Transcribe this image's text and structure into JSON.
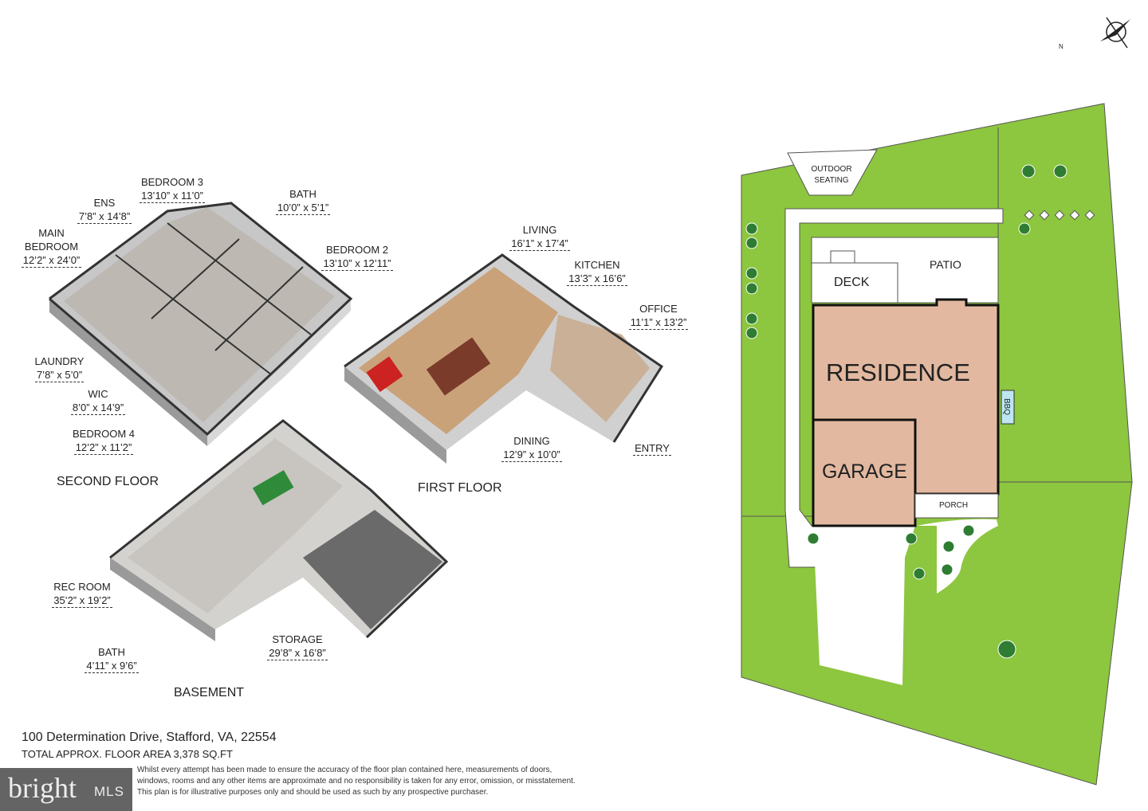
{
  "compass": {
    "label": "N"
  },
  "second_floor": {
    "title": "SECOND FLOOR",
    "rooms": [
      {
        "name": "BEDROOM 3",
        "dim": "13’10” x 11’0”"
      },
      {
        "name": "BATH",
        "dim": "10’0” x 5’1”"
      },
      {
        "name": "ENS",
        "dim": "7’8” x 14’8”"
      },
      {
        "name": "MAIN BEDROOM",
        "dim": "12’2” x 24’0”"
      },
      {
        "name": "BEDROOM 2",
        "dim": "13’10” x 12’11”"
      },
      {
        "name": "LAUNDRY",
        "dim": "7’8” x 5’0”"
      },
      {
        "name": "WIC",
        "dim": "8’0” x 14’9”"
      },
      {
        "name": "BEDROOM 4",
        "dim": "12’2” x 11’2”"
      }
    ]
  },
  "first_floor": {
    "title": "FIRST FLOOR",
    "rooms": [
      {
        "name": "LIVING",
        "dim": "16’1” x 17’4”"
      },
      {
        "name": "KITCHEN",
        "dim": "13’3” x 16’6”"
      },
      {
        "name": "OFFICE",
        "dim": "11’1” x 13’2”"
      },
      {
        "name": "DINING",
        "dim": "12’9” x 10’0”"
      },
      {
        "name": "ENTRY",
        "dim": ""
      }
    ]
  },
  "basement": {
    "title": "BASEMENT",
    "rooms": [
      {
        "name": "REC ROOM",
        "dim": "35’2” x 19’2”"
      },
      {
        "name": "BATH",
        "dim": "4’11” x 9’6”"
      },
      {
        "name": "STORAGE",
        "dim": "29’8” x 16’8”"
      }
    ]
  },
  "site_plan": {
    "outdoor_seating": "OUTDOOR SEATING",
    "deck": "DECK",
    "patio": "PATIO",
    "residence": "RESIDENCE",
    "garage": "GARAGE",
    "porch": "PORCH",
    "bbq": "BBQ",
    "colors": {
      "lawn": "#8dc63f",
      "building": "#e2b9a0",
      "path": "#ffffff"
    }
  },
  "footer": {
    "address": "100 Determination Drive, Stafford, VA, 22554",
    "total_area": "TOTAL APPROX. FLOOR AREA 3,378 SQ.FT",
    "disclaimer_1": "Whilst every attempt has been made to ensure the accuracy of the floor plan contained here, measurements of doors,",
    "disclaimer_2": "windows, rooms and any other items are approximate and no responsibility is taken for any error, omission, or misstatement.",
    "disclaimer_3": "This plan is for illustrative purposes only and should be used as such by any prospective purchaser."
  },
  "watermark": {
    "brand": "bright",
    "suffix": "MLS"
  }
}
